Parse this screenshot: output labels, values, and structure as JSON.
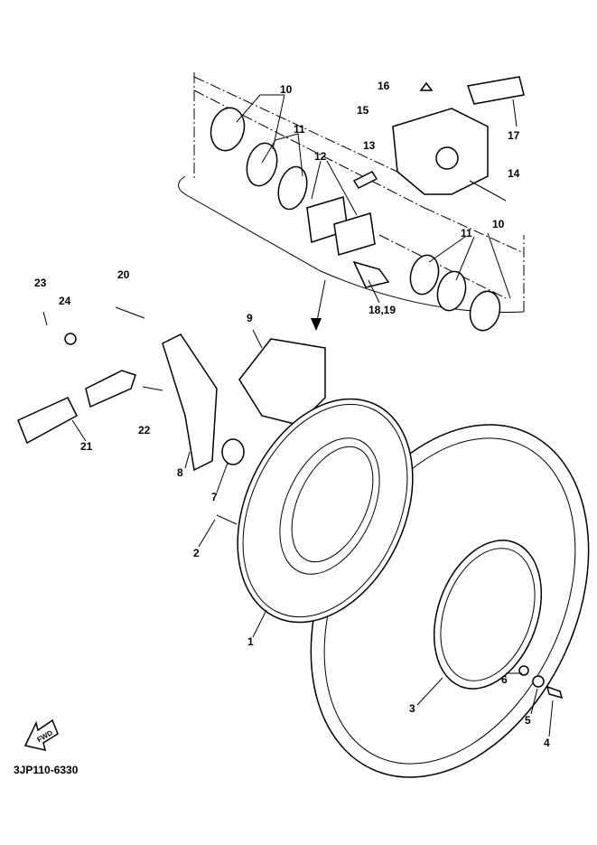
{
  "diagram": {
    "callouts": [
      "10",
      "11",
      "12",
      "13",
      "15",
      "16",
      "17",
      "14",
      "10",
      "11",
      "18,19",
      "9",
      "20",
      "23",
      "24",
      "22",
      "21",
      "8",
      "7",
      "2",
      "1",
      "3",
      "6",
      "5",
      "4"
    ],
    "part_code": "3JP110-6330",
    "fwd_label": "FWD"
  }
}
